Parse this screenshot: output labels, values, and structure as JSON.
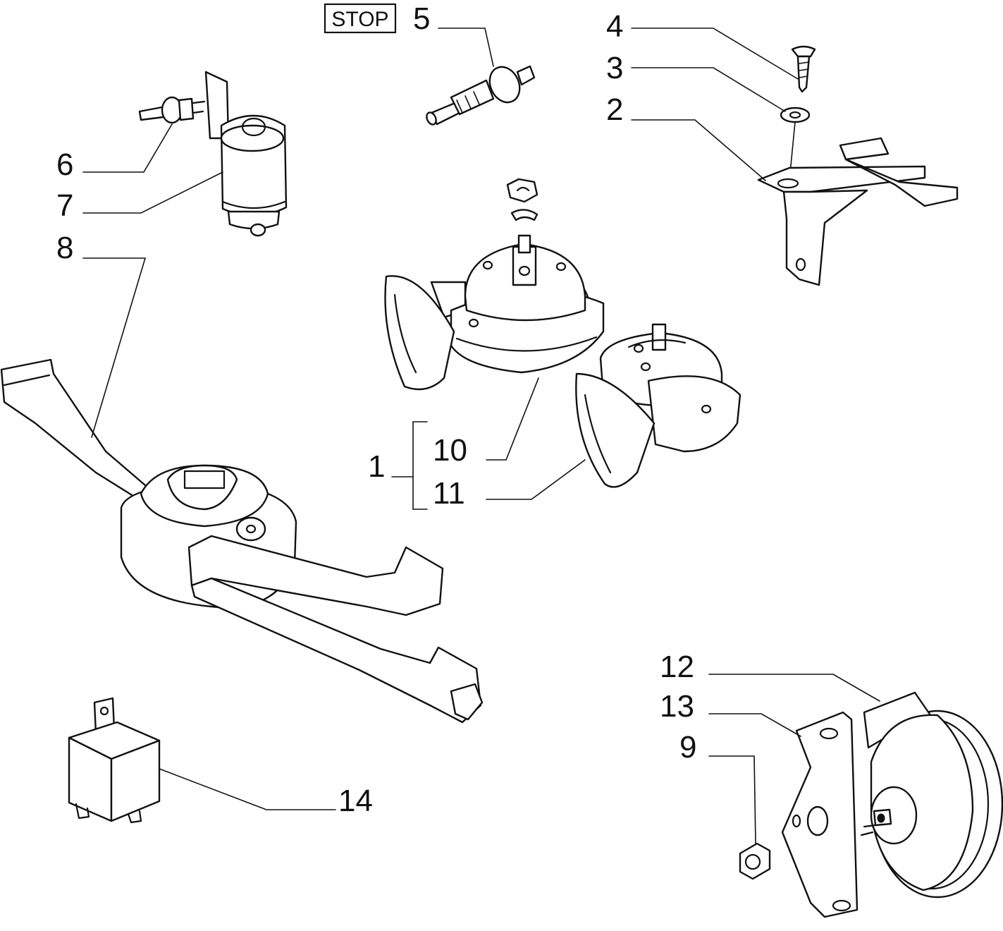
{
  "stop_label": "STOP",
  "callouts": {
    "c1": "1",
    "c2": "2",
    "c3": "3",
    "c4": "4",
    "c5": "5",
    "c6": "6",
    "c7": "7",
    "c8": "8",
    "c9": "9",
    "c10": "10",
    "c11": "11",
    "c12": "12",
    "c13": "13",
    "c14": "14"
  }
}
